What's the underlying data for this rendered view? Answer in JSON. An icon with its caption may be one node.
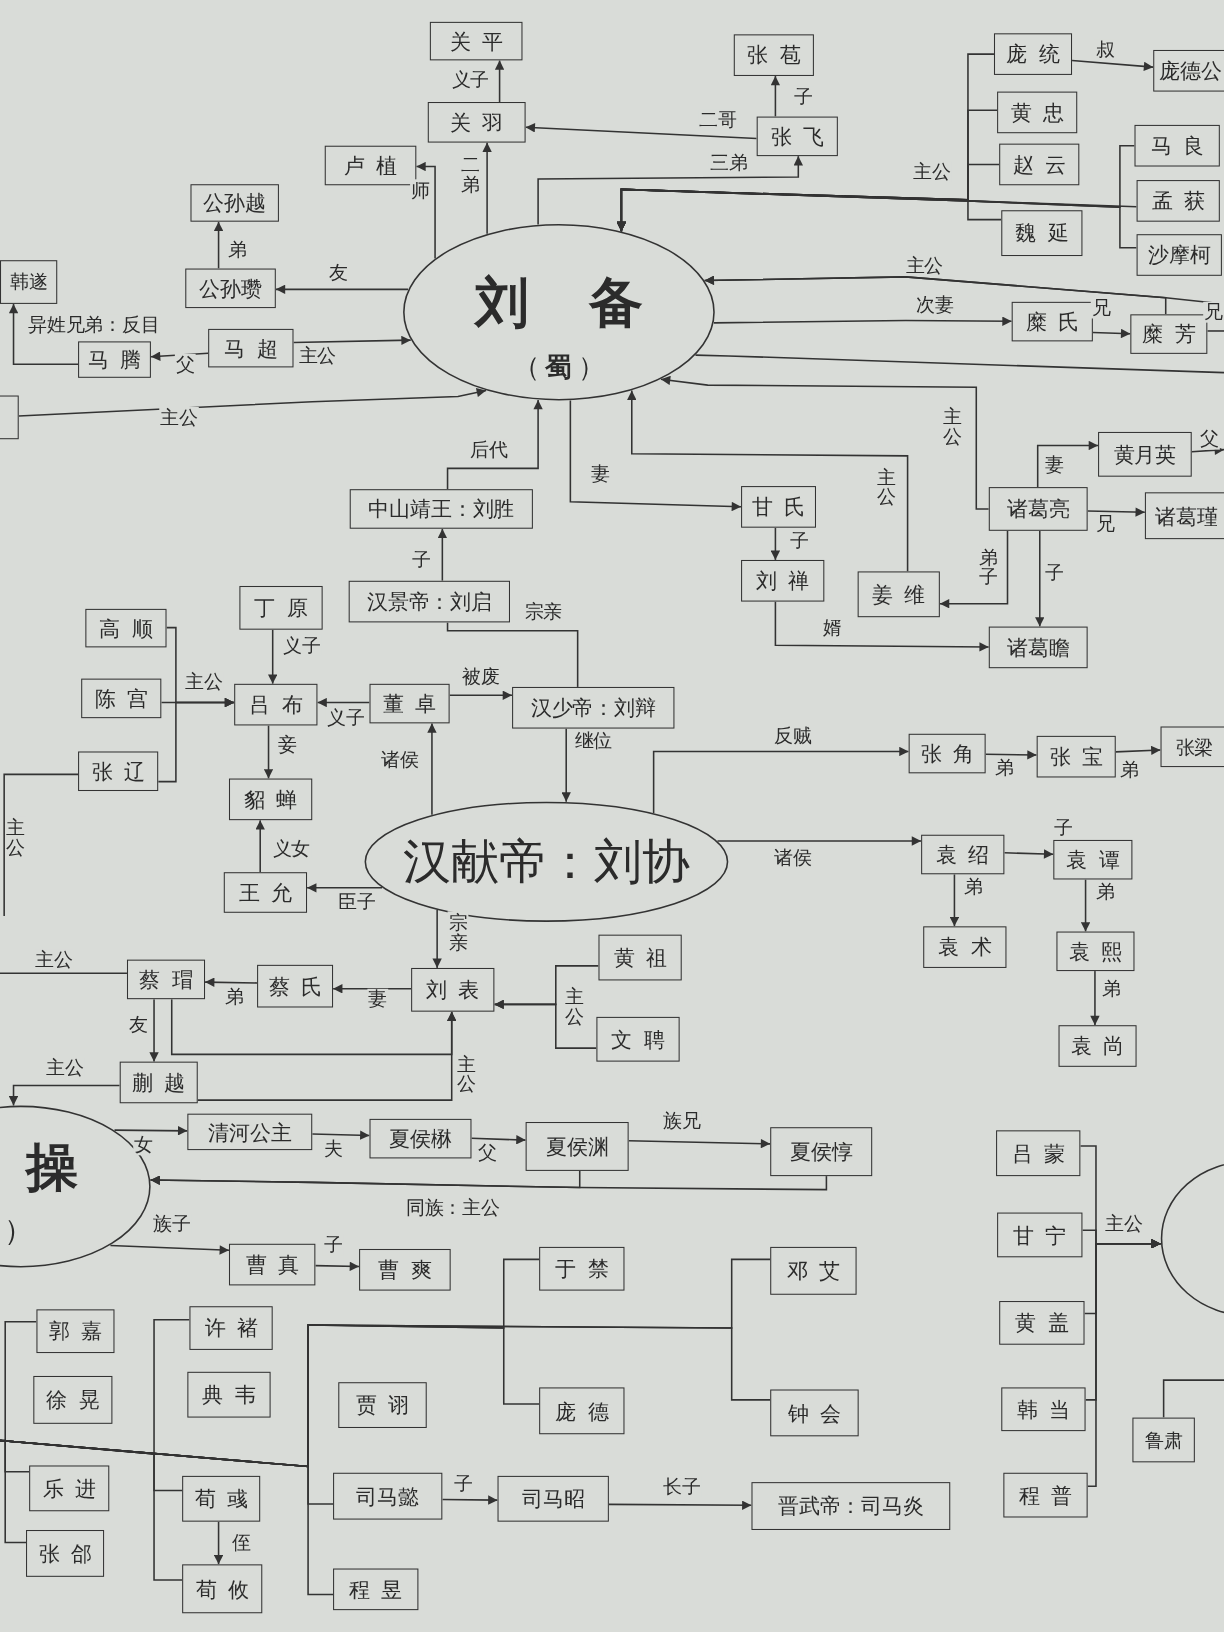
{
  "diagram": {
    "nodes": [
      {
        "text": [
          "刘备",
          "（**蜀**）"
        ]
      },
      {
        "text": [
          "关平"
        ]
      },
      {
        "text": [
          "关羽"
        ]
      },
      {
        "text": [
          "卢植"
        ]
      },
      {
        "text": [
          "公孙越"
        ]
      },
      {
        "text": [
          "公孙瓒"
        ]
      },
      {
        "text": [
          "韩遂"
        ]
      },
      {
        "text": [
          "马腾"
        ]
      },
      {
        "text": [
          "马超"
        ]
      },
      {
        "text": [],
        "shape": "box"
      },
      {
        "text": [
          "张苞"
        ]
      },
      {
        "text": [
          "张飞"
        ]
      },
      {
        "text": [
          "庞统"
        ]
      },
      {
        "text": [
          "庞德公"
        ]
      },
      {
        "text": [
          "黄忠"
        ]
      },
      {
        "text": [
          "赵云"
        ]
      },
      {
        "text": [
          "魏延"
        ]
      },
      {
        "text": [
          "马良"
        ]
      },
      {
        "text": [
          "孟获"
        ]
      },
      {
        "text": [
          "沙摩柯"
        ]
      },
      {
        "text": [
          "糜氏"
        ]
      },
      {
        "text": [
          "糜芳"
        ]
      },
      {
        "text": [
          "甘氏"
        ]
      },
      {
        "text": [
          "刘禅"
        ]
      },
      {
        "text": [
          "姜维"
        ]
      },
      {
        "text": [
          "诸葛亮"
        ]
      },
      {
        "text": [
          "黄月英"
        ]
      },
      {
        "text": [
          "诸葛瑾"
        ]
      },
      {
        "text": [
          "诸葛瞻"
        ]
      },
      {
        "text": [
          "中山靖王：刘胜"
        ]
      },
      {
        "text": [
          "汉景帝：刘启"
        ]
      },
      {
        "text": [
          "丁原"
        ]
      },
      {
        "text": [
          "高顺"
        ]
      },
      {
        "text": [
          "陈宫"
        ]
      },
      {
        "text": [
          "张辽"
        ]
      },
      {
        "text": [
          "吕布"
        ]
      },
      {
        "text": [
          "董卓"
        ]
      },
      {
        "text": [
          "汉少帝：刘辩"
        ]
      },
      {
        "text": [
          "貂蝉"
        ]
      },
      {
        "text": [
          "王允"
        ]
      },
      {
        "text": [
          "汉献帝：刘协"
        ]
      },
      {
        "text": [
          "张角"
        ]
      },
      {
        "text": [
          "张宝"
        ]
      },
      {
        "text": [
          "张梁"
        ]
      },
      {
        "text": [
          "袁绍"
        ]
      },
      {
        "text": [
          "袁谭"
        ]
      },
      {
        "text": [
          "袁术"
        ]
      },
      {
        "text": [
          "袁熙"
        ]
      },
      {
        "text": [
          "袁尚"
        ]
      },
      {
        "text": [
          "蔡瑁"
        ]
      },
      {
        "text": [
          "蔡氏"
        ]
      },
      {
        "text": [
          "刘表"
        ]
      },
      {
        "text": [
          "黄祖"
        ]
      },
      {
        "text": [
          "文聘"
        ]
      },
      {
        "text": [
          "蒯越"
        ]
      },
      {
        "text": [
          "操",
          "）"
        ]
      },
      {
        "text": [
          "清河公主"
        ]
      },
      {
        "text": [
          "夏侯楙"
        ]
      },
      {
        "text": [
          "夏侯渊"
        ]
      },
      {
        "text": [
          "夏侯惇"
        ]
      },
      {
        "text": [
          "曹真"
        ]
      },
      {
        "text": [
          "曹爽"
        ]
      },
      {
        "text": [
          "于禁"
        ]
      },
      {
        "text": [
          "邓艾"
        ]
      },
      {
        "text": [
          "郭嘉"
        ]
      },
      {
        "text": [
          "徐晃"
        ]
      },
      {
        "text": [
          "许褚"
        ]
      },
      {
        "text": [
          "典韦"
        ]
      },
      {
        "text": [
          "贾诩"
        ]
      },
      {
        "text": [
          "庞德"
        ]
      },
      {
        "text": [
          "钟会"
        ]
      },
      {
        "text": [
          "乐进"
        ]
      },
      {
        "text": [
          "荀彧"
        ]
      },
      {
        "text": [
          "司马懿"
        ]
      },
      {
        "text": [
          "司马昭"
        ]
      },
      {
        "text": [
          "晋武帝：司马炎"
        ]
      },
      {
        "text": [
          "张郃"
        ]
      },
      {
        "text": [
          "荀攸"
        ]
      },
      {
        "text": [
          "程昱"
        ]
      },
      {
        "text": [
          "吕蒙"
        ]
      },
      {
        "text": [
          "甘宁"
        ]
      },
      {
        "text": [
          "黄盖"
        ]
      },
      {
        "text": [
          "韩当"
        ]
      },
      {
        "text": [
          "程普"
        ]
      },
      {
        "text": [
          "鲁肃"
        ]
      },
      {
        "text": [],
        "shape": "ellipse"
      }
    ],
    "edges": [
      {
        "from": 2,
        "to": 1,
        "arrow": "to",
        "label": "义子"
      },
      {
        "from": 0,
        "to": 2,
        "arrow": "to",
        "label": "二弟"
      },
      {
        "from": 0,
        "to": 3,
        "arrow": "to",
        "label": "师"
      },
      {
        "from": 11,
        "to": 2,
        "arrow": "to",
        "label": "二哥"
      },
      {
        "from": 0,
        "to": 11,
        "arrow": "to",
        "label": "三弟"
      },
      {
        "from": 11,
        "to": 10,
        "arrow": "to",
        "label": "子"
      },
      {
        "from": 12,
        "to": 13,
        "arrow": "to",
        "label": "叔"
      },
      {
        "from": 12,
        "to": 0,
        "arrow": "to",
        "label": "主公"
      },
      {
        "from": 14,
        "to": 0,
        "arrow": "to"
      },
      {
        "from": 15,
        "to": 0,
        "arrow": "to"
      },
      {
        "from": 16,
        "to": 0,
        "arrow": "to"
      },
      {
        "from": 18,
        "to": 0,
        "arrow": "to"
      },
      {
        "from": 17,
        "to": 0,
        "arrow": "to"
      },
      {
        "from": 19,
        "to": 0,
        "arrow": "to"
      },
      {
        "from": null,
        "to": 0,
        "arrow": "to",
        "label": "主公"
      },
      {
        "from": 21,
        "to": 0,
        "arrow": "to"
      },
      {
        "from": 0,
        "to": 20,
        "arrow": "to",
        "label": "次妻"
      },
      {
        "from": 20,
        "to": 21,
        "arrow": "to",
        "label": "兄"
      },
      {
        "from": 21,
        "to": null,
        "arrow": "none",
        "label": "兄"
      },
      {
        "from": 0,
        "to": null,
        "arrow": "none"
      },
      {
        "from": 25,
        "to": 0,
        "arrow": "to",
        "label": "主公"
      },
      {
        "from": 25,
        "to": 26,
        "arrow": "to",
        "label": "妻"
      },
      {
        "from": 26,
        "to": null,
        "arrow": "to",
        "label": "父"
      },
      {
        "from": 25,
        "to": 27,
        "arrow": "to",
        "label": "兄"
      },
      {
        "from": 25,
        "to": 24,
        "arrow": "to",
        "label": "弟子"
      },
      {
        "from": 25,
        "to": 28,
        "arrow": "to",
        "label": "子"
      },
      {
        "from": 0,
        "to": 22,
        "arrow": "to",
        "label": "妻"
      },
      {
        "from": 22,
        "to": 23,
        "arrow": "to",
        "label": "子"
      },
      {
        "from": 23,
        "to": 28,
        "arrow": "to",
        "label": "婿"
      },
      {
        "from": 24,
        "to": 0,
        "arrow": "to",
        "label": "主公"
      },
      {
        "from": 29,
        "to": 0,
        "arrow": "to",
        "label": "后代"
      },
      {
        "from": 30,
        "to": 29,
        "arrow": "to",
        "label": "子"
      },
      {
        "from": 30,
        "to": 37,
        "arrow": "none",
        "label": "宗亲"
      },
      {
        "from": 5,
        "to": 4,
        "arrow": "to",
        "label": "弟"
      },
      {
        "from": 0,
        "to": 5,
        "arrow": "to",
        "label": "友"
      },
      {
        "from": 8,
        "to": 7,
        "arrow": "to",
        "label": "父"
      },
      {
        "from": 8,
        "to": 0,
        "arrow": "to",
        "label": "主公"
      },
      {
        "from": 7,
        "to": 6,
        "arrow": "to",
        "label": "异姓兄弟：反目"
      },
      {
        "from": 9,
        "to": 0,
        "arrow": "to",
        "label": "主公"
      },
      {
        "from": 31,
        "to": 35,
        "arrow": "to",
        "label": "义子"
      },
      {
        "from": 32,
        "to": 35,
        "arrow": "to",
        "label": "主公"
      },
      {
        "from": 33,
        "to": 35,
        "arrow": "to"
      },
      {
        "from": 34,
        "to": 35,
        "arrow": "to"
      },
      {
        "from": 34,
        "to": null,
        "arrow": "none",
        "label": "主公"
      },
      {
        "from": 36,
        "to": 35,
        "arrow": "to",
        "label": "义子"
      },
      {
        "from": 36,
        "to": 37,
        "arrow": "to",
        "label": "被废"
      },
      {
        "from": 37,
        "to": 40,
        "arrow": "to",
        "label": "继位"
      },
      {
        "from": 40,
        "to": 36,
        "arrow": "to",
        "label": "诸侯"
      },
      {
        "from": 35,
        "to": 38,
        "arrow": "to",
        "label": "妾"
      },
      {
        "from": 39,
        "to": 38,
        "arrow": "to",
        "label": "义女"
      },
      {
        "from": 40,
        "to": 39,
        "arrow": "to",
        "label": "臣子"
      },
      {
        "from": 40,
        "to": 41,
        "arrow": "to",
        "label": "反贼"
      },
      {
        "from": 41,
        "to": 42,
        "arrow": "to",
        "label": "弟"
      },
      {
        "from": 42,
        "to": 43,
        "arrow": "to",
        "label": "弟"
      },
      {
        "from": 40,
        "to": 44,
        "arrow": "to",
        "label": "诸侯"
      },
      {
        "from": 44,
        "to": 45,
        "arrow": "to",
        "label": "子"
      },
      {
        "from": 44,
        "to": 46,
        "arrow": "to",
        "label": "弟"
      },
      {
        "from": 45,
        "to": 47,
        "arrow": "to",
        "label": "弟"
      },
      {
        "from": 47,
        "to": 48,
        "arrow": "to",
        "label": "弟"
      },
      {
        "from": 40,
        "to": 51,
        "arrow": "to",
        "label": "宗亲"
      },
      {
        "from": 51,
        "to": 50,
        "arrow": "to",
        "label": "妻"
      },
      {
        "from": 50,
        "to": 49,
        "arrow": "to",
        "label": "弟"
      },
      {
        "from": 52,
        "to": 51,
        "arrow": "to",
        "label": "主公"
      },
      {
        "from": 53,
        "to": 51,
        "arrow": "to"
      },
      {
        "from": 49,
        "to": 54,
        "arrow": "to",
        "label": "友"
      },
      {
        "from": 49,
        "to": 51,
        "arrow": "to",
        "label": "主公"
      },
      {
        "from": 54,
        "to": 51,
        "arrow": "to"
      },
      {
        "from": 49,
        "to": null,
        "arrow": "none",
        "label": "主公"
      },
      {
        "from": 54,
        "to": 55,
        "arrow": "to",
        "label": "主公"
      },
      {
        "from": 55,
        "to": 56,
        "arrow": "to",
        "label": "女"
      },
      {
        "from": 56,
        "to": 57,
        "arrow": "to",
        "label": "夫"
      },
      {
        "from": 57,
        "to": 58,
        "arrow": "to",
        "label": "父"
      },
      {
        "from": 58,
        "to": 59,
        "arrow": "to",
        "label": "族兄"
      },
      {
        "from": 58,
        "to": 55,
        "arrow": "to",
        "label": "同族：主公"
      },
      {
        "from": 59,
        "to": 55,
        "arrow": "to"
      },
      {
        "from": 55,
        "to": 60,
        "arrow": "to",
        "label": "族子"
      },
      {
        "from": 60,
        "to": 61,
        "arrow": "to",
        "label": "子"
      },
      {
        "from": 72,
        "to": 77,
        "arrow": "to",
        "label": "侄"
      },
      {
        "from": 73,
        "to": 74,
        "arrow": "to",
        "label": "子"
      },
      {
        "from": 74,
        "to": 75,
        "arrow": "to",
        "label": "长子"
      },
      {
        "from": 62,
        "to": null,
        "arrow": "none"
      },
      {
        "from": 69,
        "to": null,
        "arrow": "none"
      },
      {
        "from": 63,
        "to": null,
        "arrow": "none"
      },
      {
        "from": 70,
        "to": null,
        "arrow": "none"
      },
      {
        "from": 73,
        "to": null,
        "arrow": "none"
      },
      {
        "from": 78,
        "to": null,
        "arrow": "none"
      },
      {
        "from": 66,
        "to": null,
        "arrow": "none"
      },
      {
        "from": 72,
        "to": null,
        "arrow": "none"
      },
      {
        "from": 77,
        "to": null,
        "arrow": "none"
      },
      {
        "from": 64,
        "to": null,
        "arrow": "none"
      },
      {
        "from": 71,
        "to": null,
        "arrow": "none"
      },
      {
        "from": 76,
        "to": null,
        "arrow": "none"
      },
      {
        "from": 79,
        "to": 85,
        "arrow": "to"
      },
      {
        "from": 80,
        "to": 85,
        "arrow": "to",
        "label": "主公"
      },
      {
        "from": 81,
        "to": 85,
        "arrow": "to"
      },
      {
        "from": 82,
        "to": 85,
        "arrow": "to"
      },
      {
        "from": 83,
        "to": 85,
        "arrow": "to"
      },
      {
        "from": 84,
        "to": null,
        "arrow": "none"
      }
    ]
  }
}
